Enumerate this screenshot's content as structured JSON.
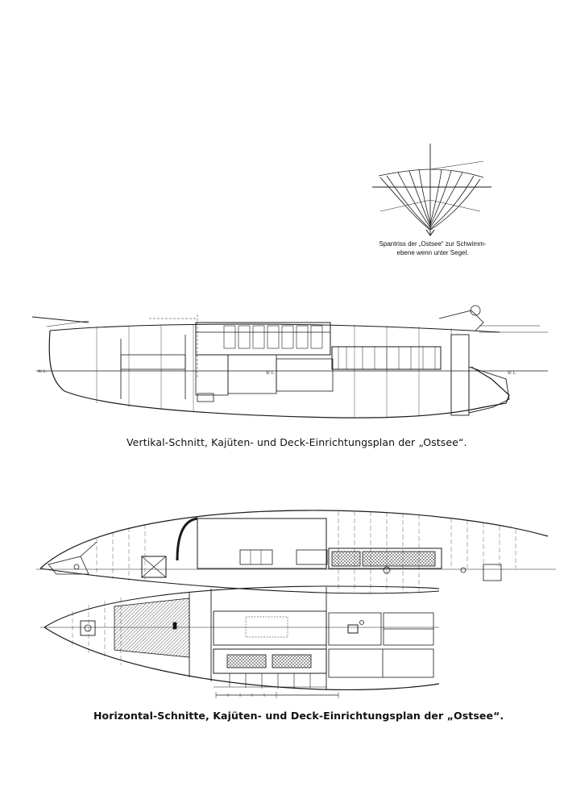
{
  "captions": {
    "body_plan_line1": "Spantriss der „Ostsee“ zur Schwimm-",
    "body_plan_line2": "ebene wenn unter Segel.",
    "vertical_section": "Vertikal-Schnitt, Kajüten- und Deck-Einrichtungsplan der „Ostsee“.",
    "horizontal_section": "Horizontal-Schnitte, Kajüten- und Deck-Einrichtungsplan der „Ostsee“."
  },
  "labels": {
    "waterline_left": "W. L.",
    "waterline_mid": "W. L.",
    "waterline_right": "W. L."
  },
  "colors": {
    "ink": "#1a1a1a",
    "paper": "#ffffff",
    "hatch": "#333333"
  }
}
